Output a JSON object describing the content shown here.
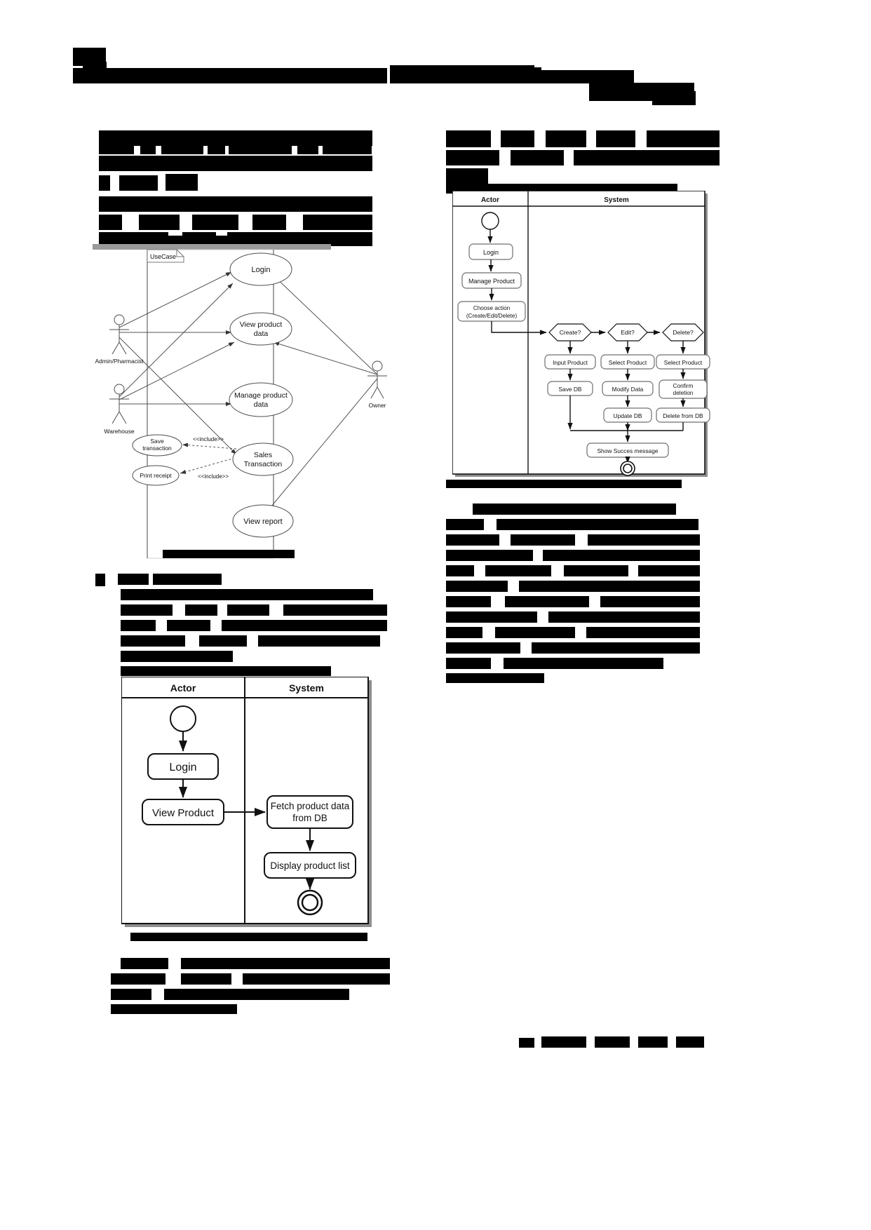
{
  "document": {
    "kind": "scanned-paper-page",
    "note": "Body text rendered as opaque black redaction bars; only diagram content is legible.",
    "page_background": "#ffffff",
    "ink_color": "#000000",
    "diagram_line_color": "#4d4d4d"
  },
  "usecase_diagram": {
    "frame_label": "UseCase",
    "actors": [
      {
        "name": "Admin/Pharmacist"
      },
      {
        "name": "Warehouse"
      },
      {
        "name": "Owner"
      }
    ],
    "use_cases": [
      {
        "id": "login",
        "label": "Login"
      },
      {
        "id": "view_product",
        "label": "View product\ndata",
        "line1": "View product",
        "line2": "data"
      },
      {
        "id": "manage_product",
        "label": "Manage product\ndata",
        "line1": "Manage product",
        "line2": "data"
      },
      {
        "id": "sales_transaction",
        "label": "Sales\nTransaction",
        "line1": "Sales",
        "line2": "Transaction"
      },
      {
        "id": "view_report",
        "label": "View report"
      },
      {
        "id": "save_transaction",
        "label": "Save\ntransaction",
        "line1": "Save",
        "line2": "transaction"
      },
      {
        "id": "print_receipt",
        "label": "Print receipt"
      }
    ],
    "stereotypes": [
      {
        "id": "include_save",
        "label": "<<include>>"
      },
      {
        "id": "include_print",
        "label": "<<include>>"
      }
    ],
    "associations": [
      {
        "from": "Admin/Pharmacist",
        "to": "login"
      },
      {
        "from": "Admin/Pharmacist",
        "to": "view_product"
      },
      {
        "from": "Admin/Pharmacist",
        "to": "sales_transaction"
      },
      {
        "from": "Warehouse",
        "to": "login"
      },
      {
        "from": "Warehouse",
        "to": "view_product"
      },
      {
        "from": "Warehouse",
        "to": "manage_product"
      },
      {
        "from": "Owner",
        "to": "login"
      },
      {
        "from": "Owner",
        "to": "view_product"
      },
      {
        "from": "Owner",
        "to": "view_report"
      }
    ],
    "includes": [
      {
        "from": "sales_transaction",
        "to": "save_transaction",
        "label": "<<include>>"
      },
      {
        "from": "sales_transaction",
        "to": "print_receipt",
        "label": "<<include>>"
      }
    ]
  },
  "activity_manage_product": {
    "lanes": [
      {
        "id": "actor",
        "label": "Actor"
      },
      {
        "id": "system",
        "label": "System"
      }
    ],
    "actor_nodes": [
      {
        "id": "start",
        "type": "initial",
        "label": ""
      },
      {
        "id": "login",
        "type": "action",
        "label": "Login"
      },
      {
        "id": "manage_product",
        "type": "action",
        "label": "Manage Product"
      },
      {
        "id": "choose_action",
        "type": "action",
        "label": "Choose action\n(Create/Edit/Delete)",
        "line1": "Choose action",
        "line2": "(Create/Edit/Delete)"
      }
    ],
    "decisions": [
      {
        "id": "create_q",
        "label": "Create?"
      },
      {
        "id": "edit_q",
        "label": "Edit?"
      },
      {
        "id": "delete_q",
        "label": "Delete?"
      }
    ],
    "branches": [
      {
        "decision": "create_q",
        "steps": [
          "Input Product",
          "Save DB"
        ]
      },
      {
        "decision": "edit_q",
        "steps": [
          "Select Product",
          "Modify Data",
          "Update DB"
        ]
      },
      {
        "decision": "delete_q",
        "steps": [
          "Select Product",
          "Confirm deletion",
          "Delete from DB"
        ]
      }
    ],
    "delete_branch_lines": {
      "step2_line1": "Confirm",
      "step2_line2": "deletion"
    },
    "merge_node": {
      "id": "show_success",
      "label": "Show Succes message"
    },
    "end_node": {
      "id": "end",
      "type": "final"
    }
  },
  "activity_view_product": {
    "lanes": [
      {
        "id": "actor",
        "label": "Actor"
      },
      {
        "id": "system",
        "label": "System"
      }
    ],
    "actor_nodes": [
      {
        "id": "start",
        "type": "initial",
        "label": ""
      },
      {
        "id": "login",
        "type": "action",
        "label": "Login"
      },
      {
        "id": "view_product",
        "type": "action",
        "label": "View Product"
      }
    ],
    "system_nodes": [
      {
        "id": "fetch",
        "type": "action",
        "label": "Fetch product data\nfrom DB",
        "line1": "Fetch product data",
        "line2": "from DB"
      },
      {
        "id": "display",
        "type": "action",
        "label": "Display product list"
      },
      {
        "id": "end",
        "type": "final"
      }
    ]
  },
  "redactions": {
    "description": "Opaque black bars standing in for illegible / removed body text",
    "header_block_count": 3,
    "section_blocks": 6
  }
}
